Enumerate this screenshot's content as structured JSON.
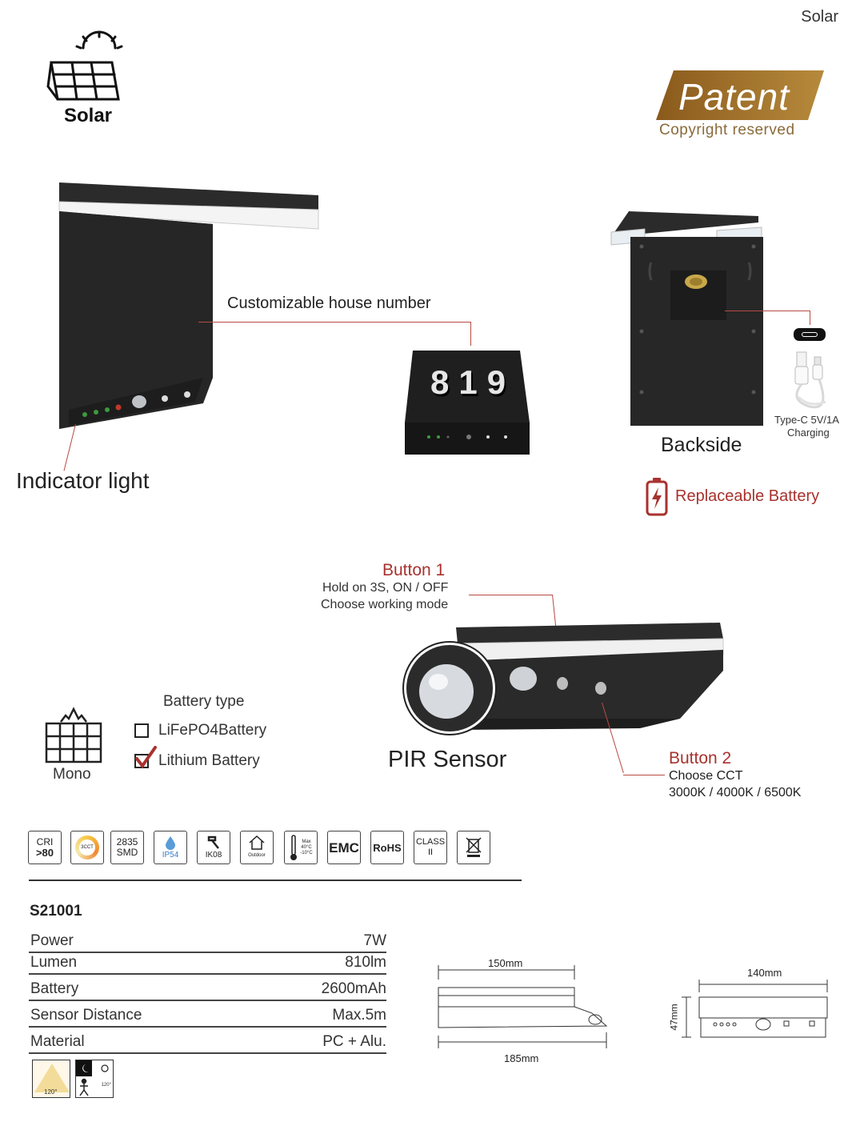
{
  "header": {
    "corner_label": "Solar"
  },
  "solar_badge": {
    "label": "Solar",
    "icon": "solar-panel-sun-icon"
  },
  "patent": {
    "title": "Patent",
    "subtitle": "Copyright reserved",
    "color": "#a6752a"
  },
  "callouts": {
    "house_number": "Customizable house number",
    "indicator": "Indicator light",
    "backside": "Backside",
    "type_c": [
      "Type-C 5V/1A",
      "Charging"
    ],
    "replaceable": "Replaceable Battery",
    "button1": {
      "title": "Button 1",
      "lines": [
        "Hold on 3S, ON / OFF",
        "Choose working mode"
      ]
    },
    "pir": "PIR Sensor",
    "button2": {
      "title": "Button 2",
      "lines": [
        "Choose CCT",
        "3000K / 4000K / 6500K"
      ]
    }
  },
  "house_number_digits": "819",
  "panel_type": {
    "label": "Mono",
    "icon": "mono-solar-panel-icon"
  },
  "battery_type": {
    "title": "Battery type",
    "options": [
      {
        "label": "LiFePO4Battery",
        "checked": false
      },
      {
        "label": "Lithium Battery",
        "checked": true
      }
    ]
  },
  "certs": {
    "cri": [
      "CRI",
      ">80"
    ],
    "cct": "3CCT",
    "smd": [
      "2835",
      "SMD"
    ],
    "ip": "IP54",
    "ik": "IK08",
    "outdoor": "Outdoor",
    "temp": [
      "Max",
      "40°C",
      "-10°C"
    ],
    "emc": "EMC",
    "rohs": "RoHS",
    "class": [
      "CLASS",
      "II"
    ]
  },
  "model": "S21001",
  "specs": [
    {
      "key": "Power",
      "value": "7W"
    },
    {
      "key": "Lumen",
      "value": "810lm"
    },
    {
      "key": "Battery",
      "value": "2600mAh"
    },
    {
      "key": "Sensor Distance",
      "value": "Max.5m"
    },
    {
      "key": "Material",
      "value": "PC + Alu."
    }
  ],
  "beam_angle": "120°",
  "sensor_angle": "120°",
  "dimensions": {
    "top_width": "150mm",
    "bottom_width": "185mm",
    "side_width": "140mm",
    "height": "47mm"
  },
  "accent_color": "#a8322e"
}
